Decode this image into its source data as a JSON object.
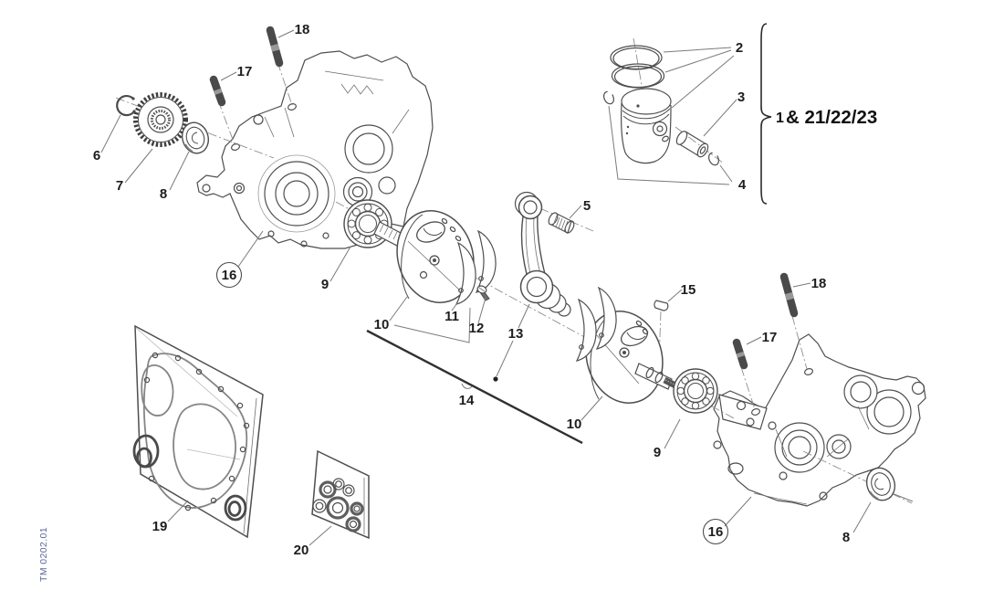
{
  "diagram": {
    "plate_code": "TM 0202.01",
    "group_note": {
      "prefix": "1",
      "rest": "& 21/22/23"
    },
    "callouts": [
      {
        "id": "stud-18-upper",
        "text": "18"
      },
      {
        "id": "stud-17-upper",
        "text": "17"
      },
      {
        "id": "circlip-6",
        "text": "6"
      },
      {
        "id": "primary-gear-7",
        "text": "7"
      },
      {
        "id": "oil-seal-8-left",
        "text": "8"
      },
      {
        "id": "crankcase-left-16",
        "text": "16",
        "circled": true
      },
      {
        "id": "bearing-9-left",
        "text": "9"
      },
      {
        "id": "crank-half-10-left",
        "text": "10"
      },
      {
        "id": "washer-plates-11",
        "text": "11"
      },
      {
        "id": "screw-12",
        "text": "12"
      },
      {
        "id": "connecting-rod-13",
        "text": "13"
      },
      {
        "id": "needle-cage-5",
        "text": "5"
      },
      {
        "id": "piston-rings-2",
        "text": "2"
      },
      {
        "id": "piston-pin-3",
        "text": "3"
      },
      {
        "id": "pin-circlips-4",
        "text": "4"
      },
      {
        "id": "woodruff-key-15",
        "text": "15"
      },
      {
        "id": "stud-18-lower",
        "text": "18"
      },
      {
        "id": "stud-17-lower",
        "text": "17"
      },
      {
        "id": "crank-half-10-right",
        "text": "10"
      },
      {
        "id": "bearing-9-right",
        "text": "9"
      },
      {
        "id": "crankcase-right-16",
        "text": "16",
        "circled": true
      },
      {
        "id": "oil-seal-8-right",
        "text": "8"
      },
      {
        "id": "gasket-set-19",
        "text": "19"
      },
      {
        "id": "seal-kit-20",
        "text": "20"
      },
      {
        "id": "crankshaft-assy-14",
        "text": "14"
      }
    ],
    "colors": {
      "line": "#4e4e4e",
      "label": "#1d1d1d",
      "leader": "#7a7a7a",
      "axis": "#8d8d8d",
      "code_blue": "#5e6b9d",
      "stud": "#4a4a4a"
    }
  }
}
